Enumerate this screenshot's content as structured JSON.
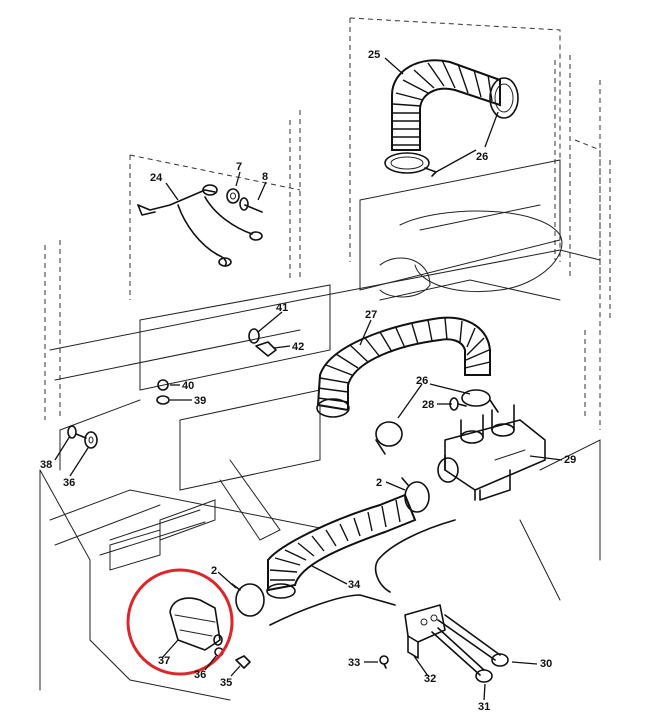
{
  "callouts": [
    {
      "id": "c25",
      "label": "25"
    },
    {
      "id": "c26a",
      "label": "26"
    },
    {
      "id": "c7",
      "label": "7"
    },
    {
      "id": "c8",
      "label": "8"
    },
    {
      "id": "c24",
      "label": "24"
    },
    {
      "id": "c27",
      "label": "27"
    },
    {
      "id": "c41",
      "label": "41"
    },
    {
      "id": "c42",
      "label": "42"
    },
    {
      "id": "c40",
      "label": "40"
    },
    {
      "id": "c39",
      "label": "39"
    },
    {
      "id": "c26b",
      "label": "26"
    },
    {
      "id": "c28",
      "label": "28"
    },
    {
      "id": "c29",
      "label": "29"
    },
    {
      "id": "c38",
      "label": "38"
    },
    {
      "id": "c36a",
      "label": "36"
    },
    {
      "id": "c2a",
      "label": "2"
    },
    {
      "id": "c2b",
      "label": "2"
    },
    {
      "id": "c34",
      "label": "34"
    },
    {
      "id": "c37",
      "label": "37"
    },
    {
      "id": "c36b",
      "label": "36"
    },
    {
      "id": "c35",
      "label": "35"
    },
    {
      "id": "c33",
      "label": "33"
    },
    {
      "id": "c32",
      "label": "32"
    },
    {
      "id": "c30",
      "label": "30"
    },
    {
      "id": "c31",
      "label": "31"
    }
  ],
  "highlight": {
    "color": "#e0252a"
  }
}
